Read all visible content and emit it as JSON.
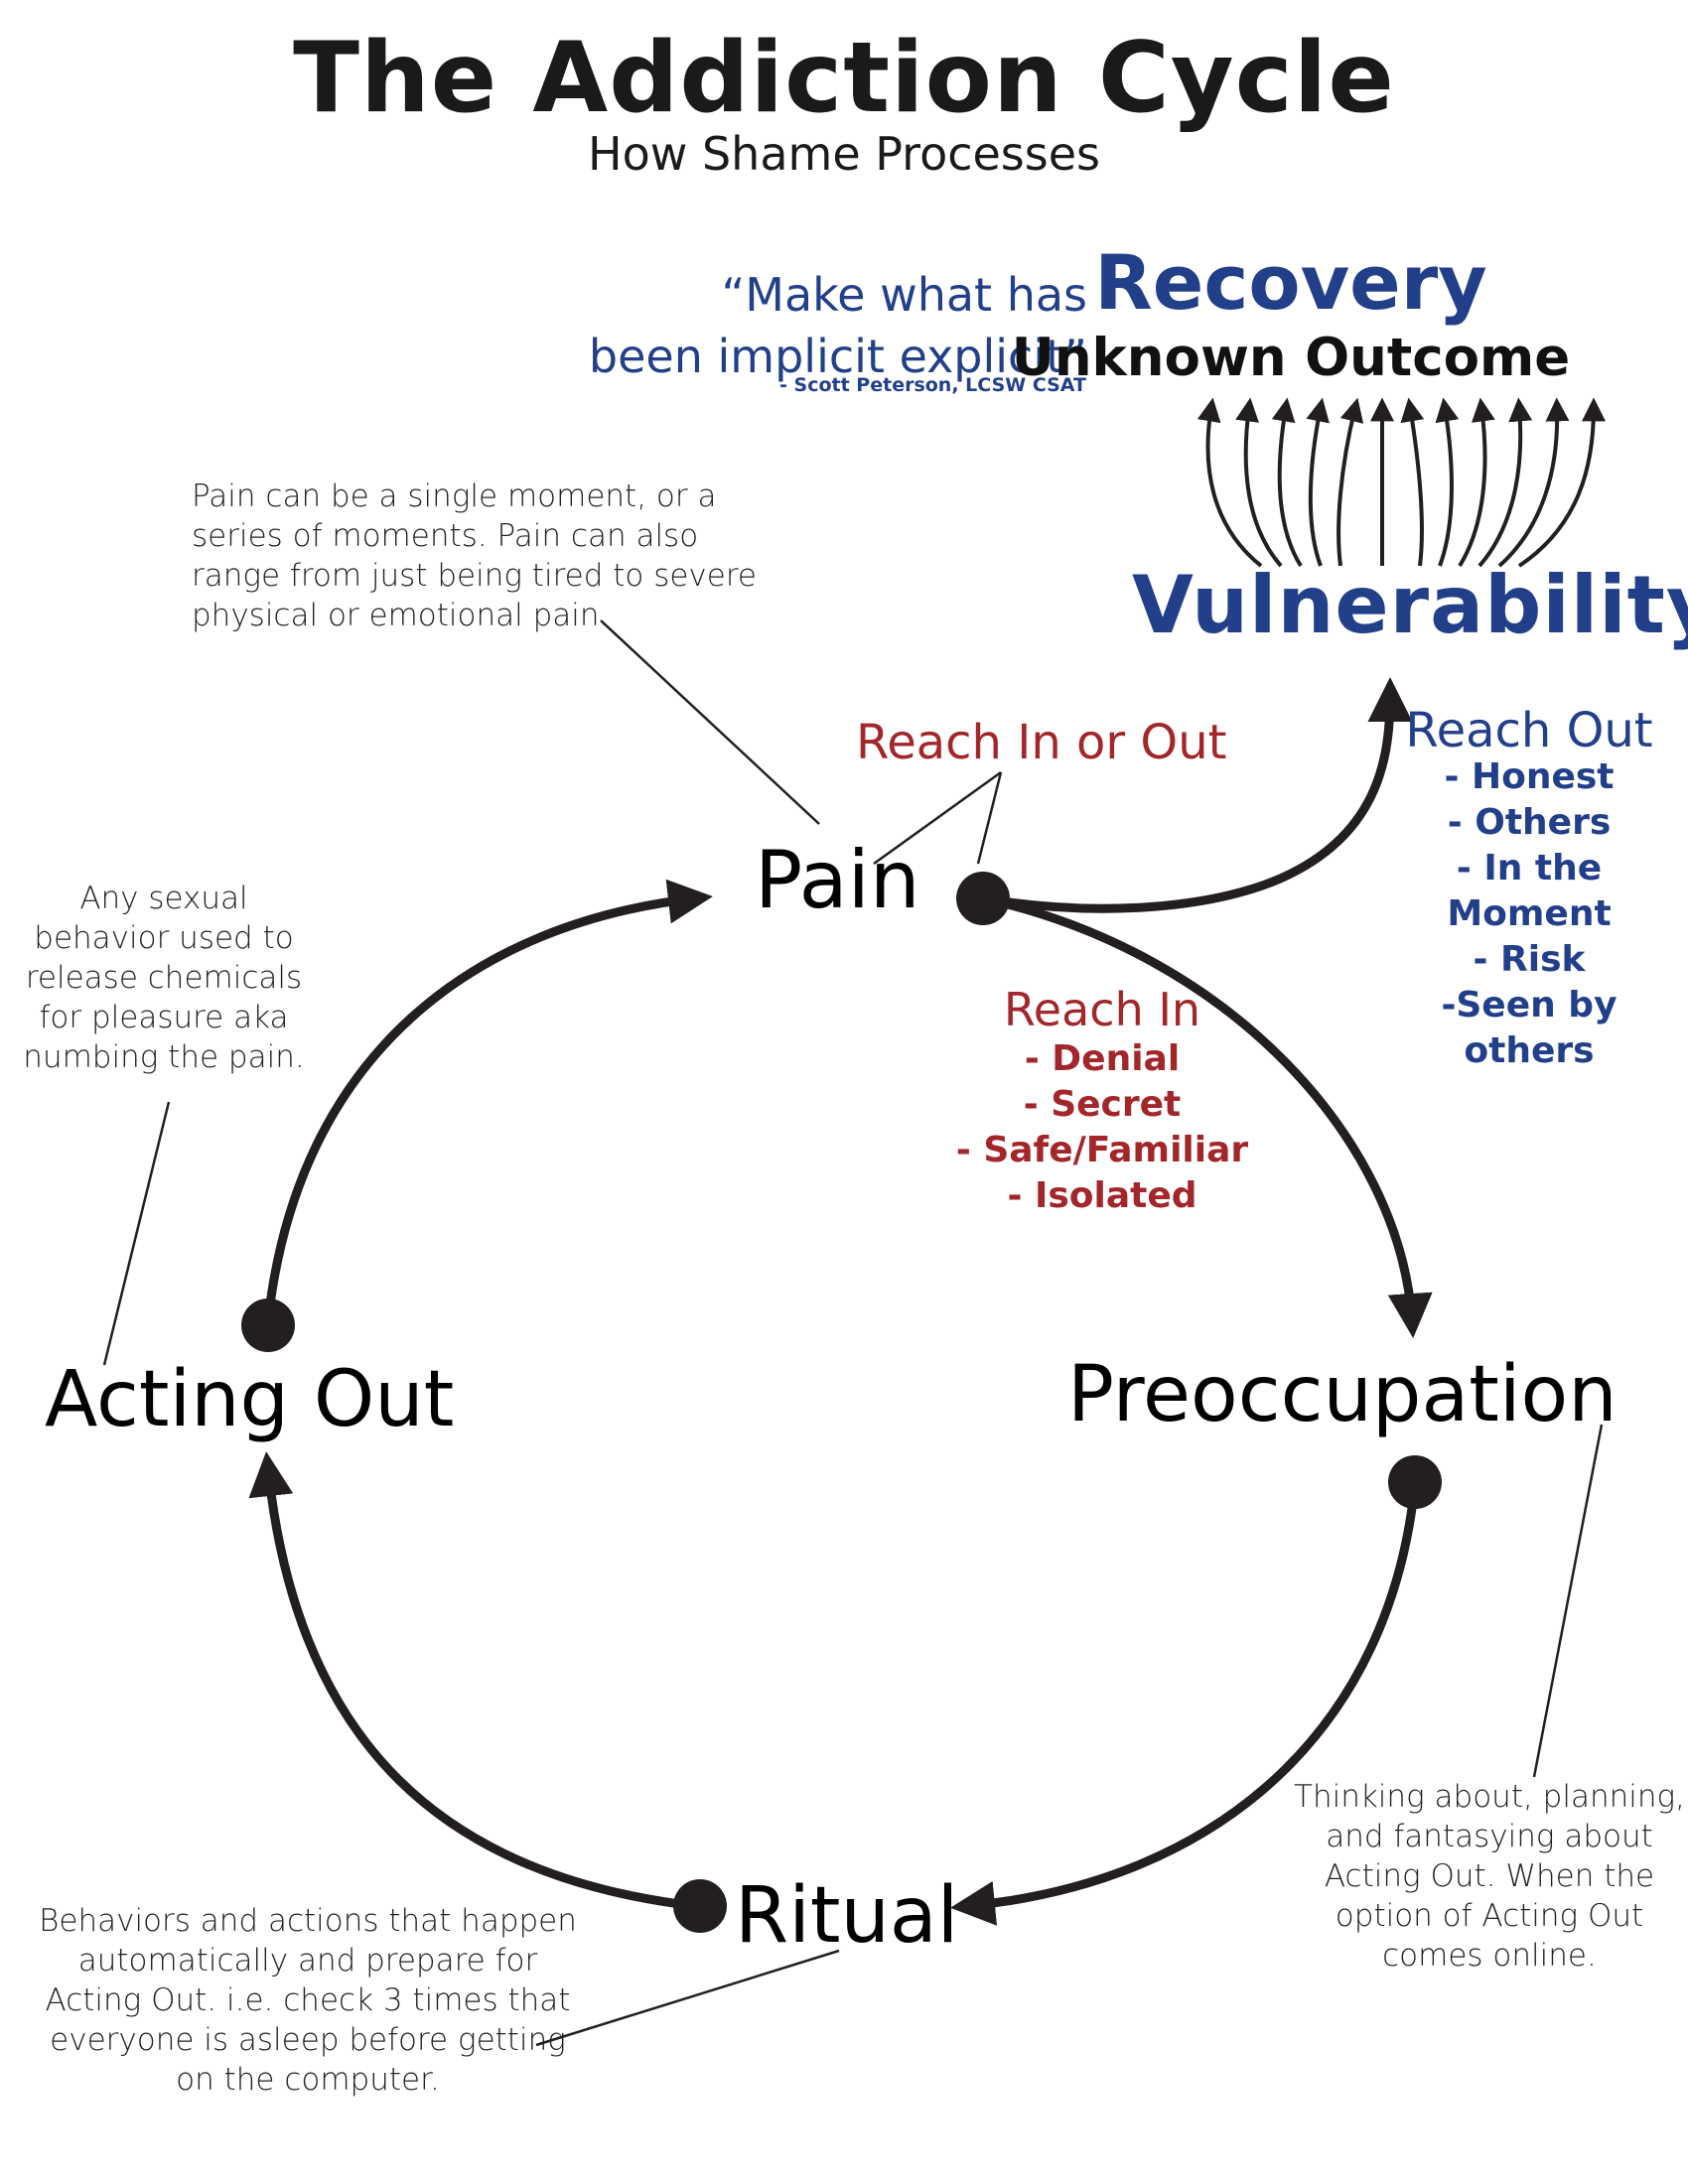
{
  "title": "The Addiction Cycle",
  "subtitle": "How Shame Processes",
  "quote": {
    "line1": "“Make what has",
    "line2": "been implicit explicit”",
    "attribution": "- Scott Peterson, LCSW CSAT"
  },
  "recovery": {
    "title": "Recovery",
    "outcome": "Unknown Outcome",
    "vulnerability": "Vulnerability"
  },
  "stages": {
    "pain": "Pain",
    "preoccupation": "Preoccupation",
    "ritual": "Ritual",
    "acting_out": "Acting Out"
  },
  "notes": {
    "pain": "Pain can be a single moment, or a series of moments. Pain can also range from just being tired to severe physical or emotional pain.",
    "acting_out": "Any sexual behavior used to release chemicals for pleasure aka numbing the pain.",
    "preoccupation": "Thinking about, planning, and fantasying about Acting Out. When the option of Acting Out comes online.",
    "ritual": "Behaviors and actions that happen automatically and prepare for Acting Out. i.e. check 3 times that everyone is asleep before getting on the computer."
  },
  "reach_in_or_out": "Reach In or Out",
  "reach_in": {
    "heading": "Reach In",
    "items": [
      "- Denial",
      "- Secret",
      "- Safe/Familiar",
      "- Isolated"
    ]
  },
  "reach_out": {
    "heading": "Reach Out",
    "items": [
      "- Honest",
      "- Others",
      "- In the Moment",
      "- Risk",
      "-Seen by others"
    ]
  },
  "colors": {
    "blue": "#223f8a",
    "red": "#a2262a",
    "line": "#231f20"
  }
}
